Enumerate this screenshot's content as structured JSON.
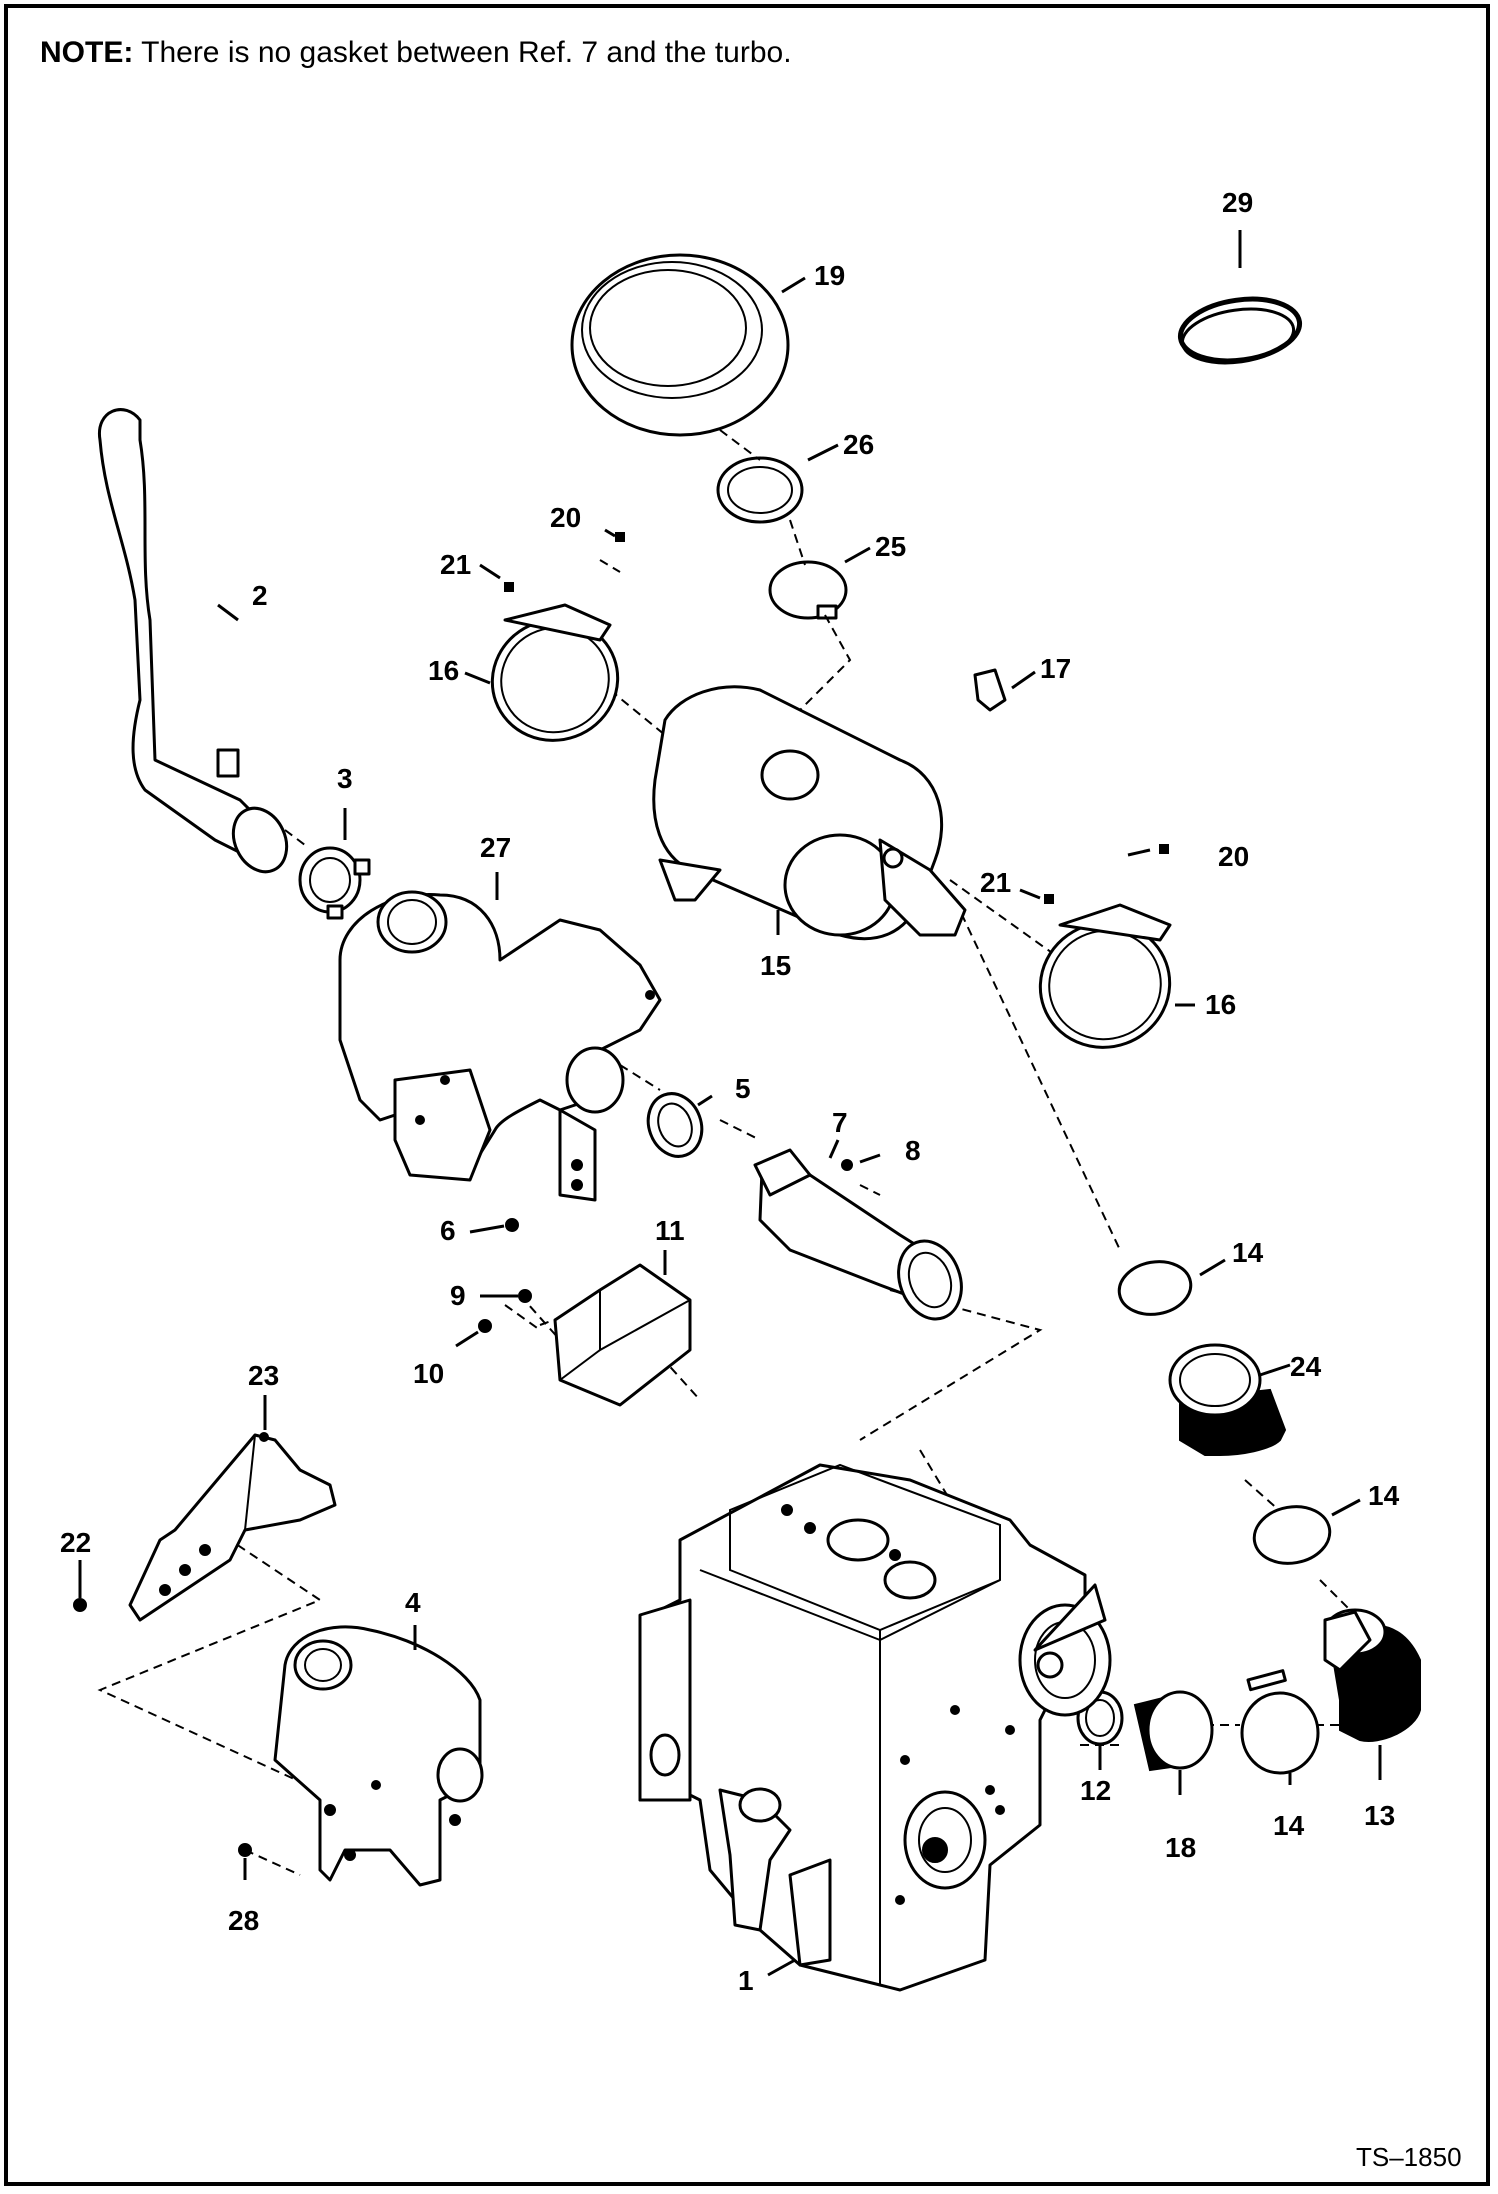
{
  "note": {
    "label": "NOTE:",
    "text": "There is no gasket between Ref. 7 and the turbo."
  },
  "drawing_id": "TS–1850",
  "callouts": {
    "c1": "1",
    "c2": "2",
    "c3": "3",
    "c4": "4",
    "c5": "5",
    "c6": "6",
    "c7": "7",
    "c8": "8",
    "c9": "9",
    "c10": "10",
    "c11": "11",
    "c12": "12",
    "c13": "13",
    "c14a": "14",
    "c14b": "14",
    "c14c": "14",
    "c15": "15",
    "c16a": "16",
    "c16b": "16",
    "c17": "17",
    "c18": "18",
    "c19": "19",
    "c20a": "20",
    "c20b": "20",
    "c21a": "21",
    "c21b": "21",
    "c22": "22",
    "c23": "23",
    "c24": "24",
    "c25": "25",
    "c26": "26",
    "c27": "27",
    "c28": "28",
    "c29": "29"
  }
}
